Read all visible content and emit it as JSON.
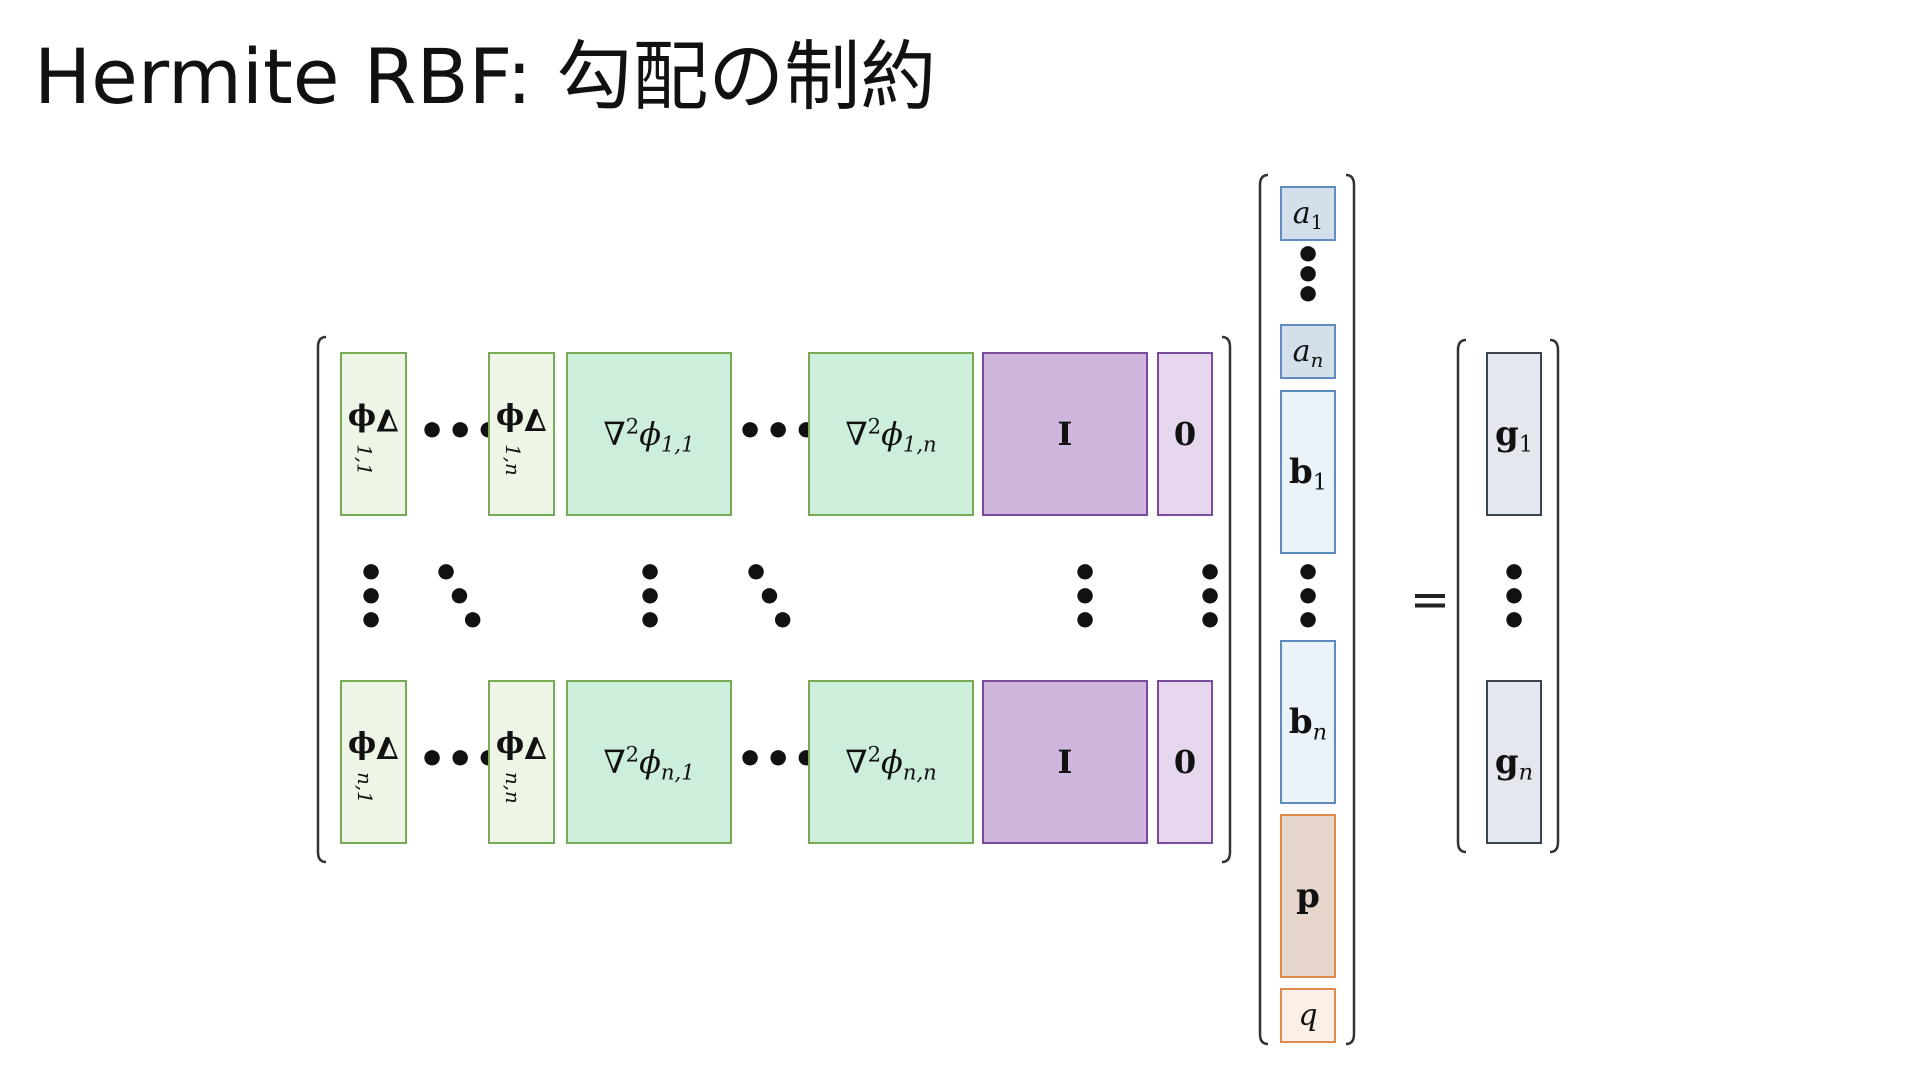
{
  "title": "Hermite RBF: 勾配の制約",
  "matrix": {
    "row1": {
      "grad_first": {
        "sym": "∇ϕ",
        "sub": "1,1"
      },
      "grad_last": {
        "sym": "∇ϕ",
        "sub": "1,n"
      },
      "hess_first": {
        "sym": "∇",
        "sup": "2",
        "phi": "ϕ",
        "sub": "1,1"
      },
      "hess_last": {
        "sym": "∇",
        "sup": "2",
        "phi": "ϕ",
        "sub": "1,n"
      },
      "identity": "I",
      "zero": "0"
    },
    "rown": {
      "grad_first": {
        "sym": "∇ϕ",
        "sub": "n,1"
      },
      "grad_last": {
        "sym": "∇ϕ",
        "sub": "n,n"
      },
      "hess_first": {
        "sym": "∇",
        "sup": "2",
        "phi": "ϕ",
        "sub": "n,1"
      },
      "hess_last": {
        "sym": "∇",
        "sup": "2",
        "phi": "ϕ",
        "sub": "n,n"
      },
      "identity": "I",
      "zero": "0"
    }
  },
  "unknowns": {
    "a1": {
      "sym": "a",
      "sub": "1"
    },
    "an": {
      "sym": "a",
      "sub": "n"
    },
    "b1": {
      "sym": "b",
      "sub": "1"
    },
    "bn": {
      "sym": "b",
      "sub": "n"
    },
    "p": "p",
    "q": "q"
  },
  "equals": "=",
  "rhs": {
    "g1": {
      "sym": "g",
      "sub": "1"
    },
    "gn": {
      "sym": "g",
      "sub": "n"
    }
  },
  "dots": {
    "h": "•••",
    "v": "•\n•\n•",
    "d": "•\n •\n  •"
  },
  "colors": {
    "gradient_fill": "#edf6e6",
    "hessian_fill": "#cdeedb",
    "green_border": "#77ab53",
    "identity_fill": "#cfb6dd",
    "zero_fill": "#e6d6ee",
    "purple_border": "#7a4a9c",
    "a_fill": "#d3dfeb",
    "b_fill": "#eaf2fa",
    "blue_border": "#5e8cc0",
    "p_fill": "#e6d6cb",
    "q_fill": "#fcf0e6",
    "orange_border": "#e08a50",
    "g_fill": "#e4e8ee",
    "gray_border": "#3c4450"
  }
}
